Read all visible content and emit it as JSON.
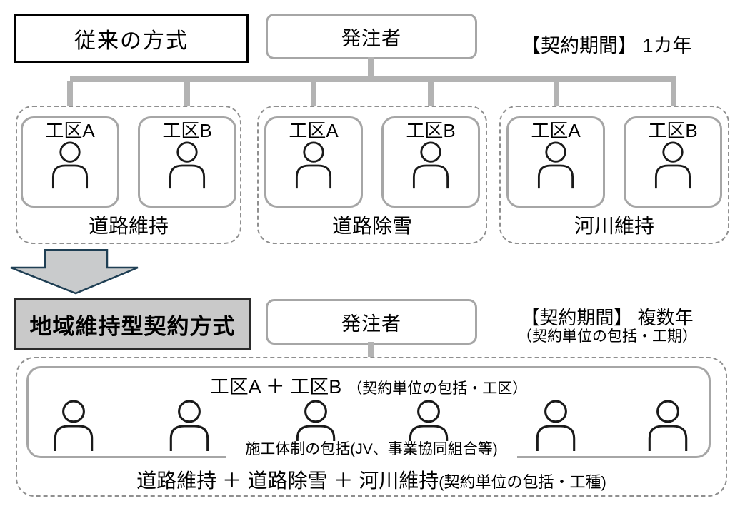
{
  "top": {
    "method_box": "従来の方式",
    "client_box": "発注者",
    "period": "【契約期間】 1カ年",
    "groups": [
      {
        "label": "道路維持",
        "units": [
          {
            "label": "工区A",
            "icon": "person-icon"
          },
          {
            "label": "工区B",
            "icon": "person-icon"
          }
        ]
      },
      {
        "label": "道路除雪",
        "units": [
          {
            "label": "工区A",
            "icon": "person-icon"
          },
          {
            "label": "工区B",
            "icon": "person-icon"
          }
        ]
      },
      {
        "label": "河川維持",
        "units": [
          {
            "label": "工区A",
            "icon": "person-icon"
          },
          {
            "label": "工区B",
            "icon": "person-icon"
          }
        ]
      }
    ]
  },
  "arrow": {
    "icon": "down-arrow-icon"
  },
  "bottom": {
    "method_box": "地域維持型契約方式",
    "client_box": "発注者",
    "period": "【契約期間】 複数年",
    "period_note": "（契約単位の包括・工期）",
    "zone_main": "工区A ＋ 工区B",
    "zone_note": "（契約単位の包括・工区）",
    "org_note": "施工体制の包括(JV、事業協同組合等)",
    "work_main": "道路維持 ＋ 道路除雪 ＋ 河川維持",
    "work_note": "(契約単位の包括・工種)",
    "person_icon_count": 6
  },
  "colors": {
    "solid_box_border": "#a6a6a6",
    "dashed_border": "#8f8f8f",
    "connector": "#b3b3b3",
    "method2_fill": "#c9c9c9",
    "method2_border": "#2b2b2b",
    "arrow_fill": "#c9cbcc",
    "arrow_stroke": "#1f3f54",
    "text": "#000000"
  }
}
